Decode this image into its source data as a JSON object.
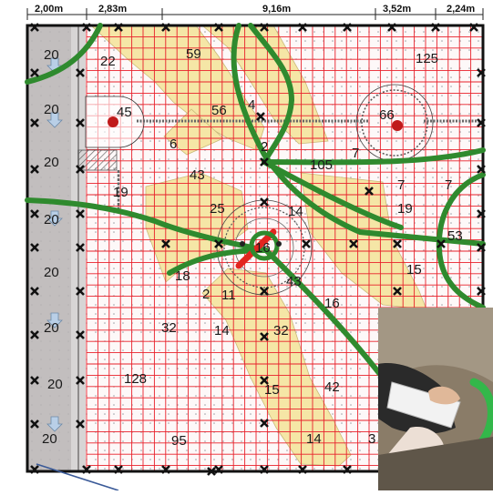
{
  "dimensions": [
    "2,00m",
    "2,83m",
    "9,16m",
    "3,52m",
    "2,24m"
  ],
  "zone_labels": [
    {
      "id": "col-20-a",
      "text": "20"
    },
    {
      "id": "col-20-b",
      "text": "20"
    },
    {
      "id": "col-20-c",
      "text": "20"
    },
    {
      "id": "col-20-d",
      "text": "20"
    },
    {
      "id": "col-20-e",
      "text": "20"
    },
    {
      "id": "col-20-f",
      "text": "20"
    },
    {
      "id": "col-20-g",
      "text": "20"
    },
    {
      "id": "col-20-h",
      "text": "20"
    },
    {
      "id": "z22",
      "text": "22"
    },
    {
      "id": "z59",
      "text": "59"
    },
    {
      "id": "z125",
      "text": "125"
    },
    {
      "id": "z45",
      "text": "45"
    },
    {
      "id": "z56",
      "text": "56"
    },
    {
      "id": "z4",
      "text": "4"
    },
    {
      "id": "z66",
      "text": "66"
    },
    {
      "id": "z6",
      "text": "6"
    },
    {
      "id": "z2a",
      "text": "2"
    },
    {
      "id": "z105",
      "text": "105"
    },
    {
      "id": "z7a",
      "text": "7"
    },
    {
      "id": "z43a",
      "text": "43"
    },
    {
      "id": "z7b",
      "text": "7"
    },
    {
      "id": "z7c",
      "text": "7"
    },
    {
      "id": "z19a",
      "text": "19"
    },
    {
      "id": "z25",
      "text": "25"
    },
    {
      "id": "z14a",
      "text": "14"
    },
    {
      "id": "z19b",
      "text": "19"
    },
    {
      "id": "z53",
      "text": "53"
    },
    {
      "id": "z16a",
      "text": "16"
    },
    {
      "id": "z18",
      "text": "18"
    },
    {
      "id": "z15a",
      "text": "15"
    },
    {
      "id": "z2b",
      "text": "2"
    },
    {
      "id": "z11",
      "text": "11"
    },
    {
      "id": "z43b",
      "text": "43"
    },
    {
      "id": "z16b",
      "text": "16"
    },
    {
      "id": "z32a",
      "text": "32"
    },
    {
      "id": "z14b",
      "text": "14"
    },
    {
      "id": "z32b",
      "text": "32"
    },
    {
      "id": "z128",
      "text": "128"
    },
    {
      "id": "z15b",
      "text": "15"
    },
    {
      "id": "z42",
      "text": "42"
    },
    {
      "id": "z95",
      "text": "95"
    },
    {
      "id": "z14c",
      "text": "14"
    },
    {
      "id": "z3",
      "text": "3"
    }
  ],
  "colors": {
    "grid": "#e8202a",
    "sand": "#f5e6a6",
    "hedge": "#2f8a2e",
    "wall": "#b7b4b4",
    "tree": "#c01a1a"
  },
  "photo": {
    "content": "hands writing on a notepad outdoors"
  }
}
